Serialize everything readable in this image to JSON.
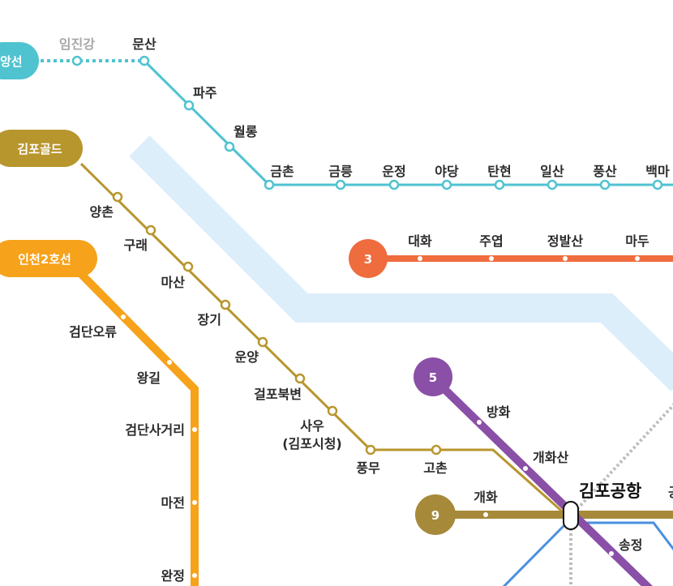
{
  "colors": {
    "river": "#ddeefb",
    "gyeongui": "#4fc3d0",
    "line3": "#ef6c3e",
    "gimpo_gold": "#b8962e",
    "incheon2": "#f7a21b",
    "line5": "#8a4fa6",
    "line9": "#a68a3a",
    "airport_rail": "#4a8fe0",
    "dotted_gray": "#bdbdbd"
  },
  "lines": {
    "gyeongui": {
      "badge": "앙선",
      "stations": [
        "임진강",
        "문산",
        "파주",
        "월롱",
        "금촌",
        "금릉",
        "운정",
        "야당",
        "탄현",
        "일산",
        "풍산",
        "백마"
      ]
    },
    "line3": {
      "badge": "3",
      "stations": [
        "대화",
        "주엽",
        "정발산",
        "마두"
      ]
    },
    "gimpo_gold": {
      "badge": "김포골드",
      "stations": [
        "양촌",
        "구래",
        "마산",
        "장기",
        "운양",
        "걸포북변",
        "사우",
        "(김포시청)",
        "풍무",
        "고촌"
      ]
    },
    "incheon2": {
      "badge": "인천2호선",
      "stations": [
        "검단오류",
        "왕길",
        "검단사거리",
        "마전",
        "완정"
      ]
    },
    "line5": {
      "badge": "5",
      "stations": [
        "방화",
        "개화산",
        "송정"
      ]
    },
    "line9": {
      "badge": "9",
      "stations": [
        "개화"
      ]
    },
    "transfer": {
      "name": "김포공항",
      "next_partial": "공"
    }
  }
}
